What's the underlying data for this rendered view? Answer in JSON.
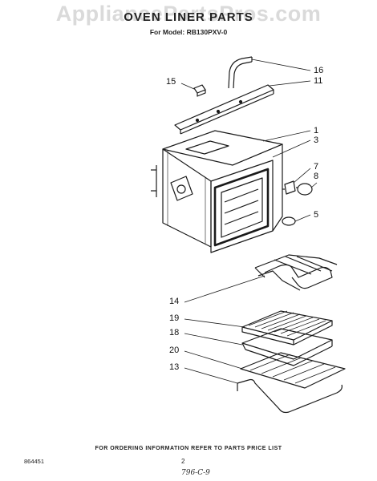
{
  "watermark": "AppliancePartsPros.com",
  "header": {
    "title": "OVEN LINER PARTS",
    "model": "For Model: RB130PXV-0"
  },
  "callouts": [
    "16",
    "11",
    "15",
    "1",
    "3",
    "7",
    "8",
    "5",
    "14",
    "19",
    "18",
    "20",
    "13"
  ],
  "footer": {
    "note": "FOR ORDERING INFORMATION REFER TO PARTS PRICE LIST",
    "doc_number": "864451",
    "page": "2",
    "handwritten": "796-C-9"
  }
}
